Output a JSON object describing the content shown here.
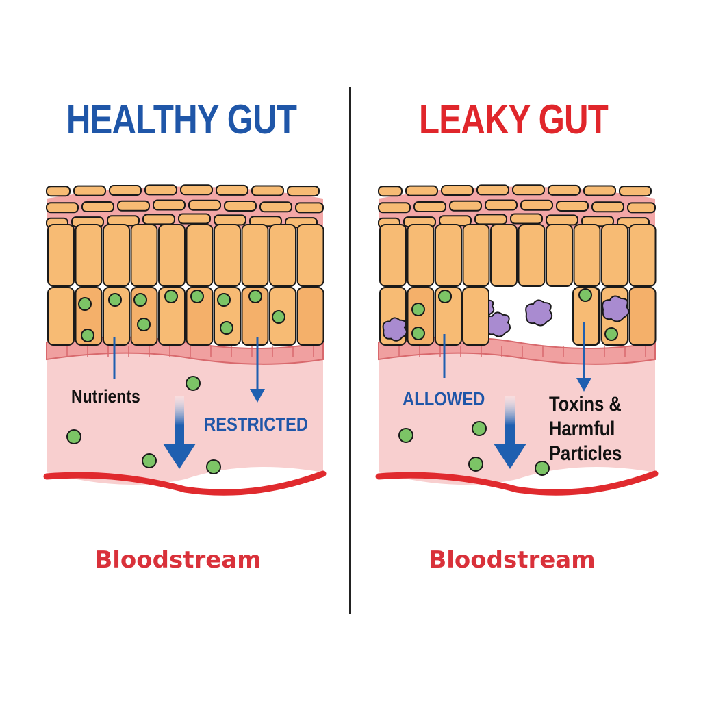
{
  "colors": {
    "healthy_title": "#1f56a8",
    "leaky_title": "#e0262b",
    "bloodstream_label": "#d9313a",
    "cell_fill": "#f7bb74",
    "cell_stroke": "#1a1a1a",
    "tissue": "#f8cfcf",
    "blood_vessel": "#e02a2e",
    "nutrient": "#7cc466",
    "toxin": "#a98bd0",
    "arrow": "#1f5fb0"
  },
  "healthy": {
    "title": "HEALTHY GUT",
    "labels": {
      "nutrients": "Nutrients",
      "restricted": "RESTRICTED"
    },
    "bloodstream": "Bloodstream"
  },
  "leaky": {
    "title": "LEAKY GUT",
    "labels": {
      "allowed": "ALLOWED",
      "toxins_line1": "Toxins &",
      "toxins_line2": "Harmful",
      "toxins_line3": "Particles"
    },
    "bloodstream": "Bloodstream"
  }
}
